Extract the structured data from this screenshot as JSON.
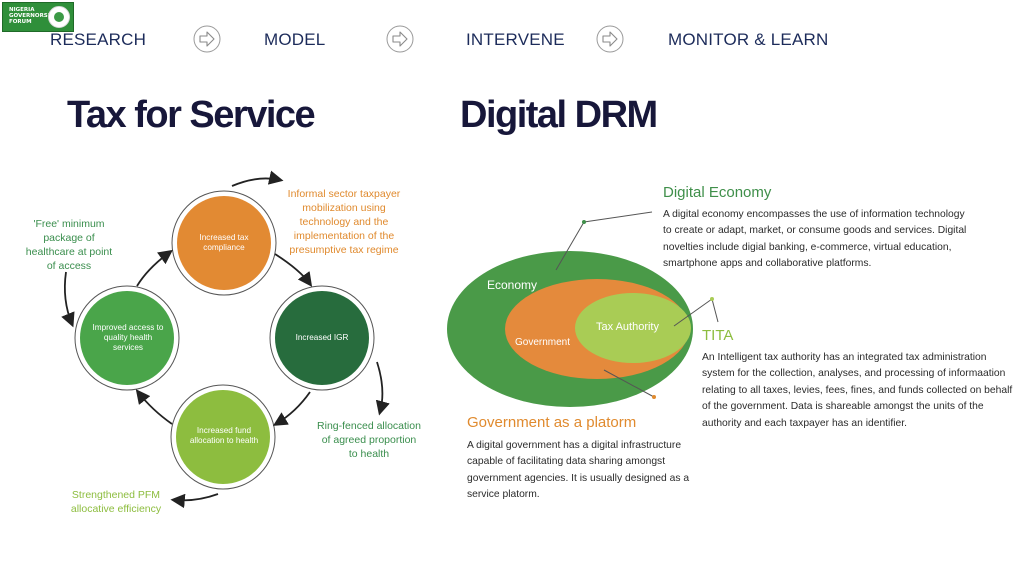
{
  "logo": {
    "text": "NIGERIA\nGOVERNORS'\nFORUM"
  },
  "nav": {
    "items": [
      "RESEARCH",
      "MODEL",
      "INTERVENE",
      "MONITOR & LEARN"
    ]
  },
  "left": {
    "title": "Tax for Service",
    "nodes": {
      "compliance": "Increased tax compliance",
      "igr": "Increased IGR",
      "fund": "Increased fund allocation to health",
      "access": "Improved access to quality health services"
    },
    "labels": {
      "informal": "Informal sector taxpayer mobilization using technology and the implementation of the presumptive tax regime",
      "free": "'Free' minimum package of healthcare at point of access",
      "ringfenced": "Ring-fenced allocation of agreed proportion to health",
      "pfm": "Strengthened PFM allocative efficiency"
    },
    "colors": {
      "compliance": "#e28a33",
      "igr": "#276c3d",
      "fund": "#8dbd3f",
      "access": "#4aa54a",
      "orange_text": "#e08a2e",
      "green_text": "#3a8e4d",
      "lime_text": "#8dbd3f"
    }
  },
  "right": {
    "title": "Digital DRM",
    "venn": {
      "economy": "Economy",
      "government": "Government",
      "tax_authority": "Tax Authority"
    },
    "digital_economy": {
      "heading": "Digital Economy",
      "lines": [
        "A digital economy encompasses the use of information technology",
        "to create or adapt, market, or consume goods and services. Digital",
        "novelties include digial banking, e-commerce, virtual education,",
        "smartphone apps and collaborative platforms."
      ]
    },
    "tita": {
      "heading": "TITA",
      "lines": [
        "An Intelligent tax authority has an integrated tax administration",
        "system for the collection, analyses, and processing of informaation",
        "relating to all taxes, levies, fees, fines, and funds collected on behalf",
        "of the government. Data is shareable amongst the units of the",
        "authority and each taxpayer has an identifier."
      ]
    },
    "government_platform": {
      "heading": "Government as a platorm",
      "lines": [
        "A digital government has a digital infrastructure",
        "capable of facilitating data sharing amongst",
        "government agencies. It is usually designed as a",
        "service platorm."
      ]
    },
    "colors": {
      "economy": "#4a9a48",
      "government": "#e48a3c",
      "tax_authority": "#a9cc55",
      "heading_green": "#3f8f4a",
      "heading_lime": "#8dbd3f",
      "heading_orange": "#e08a2e"
    }
  }
}
